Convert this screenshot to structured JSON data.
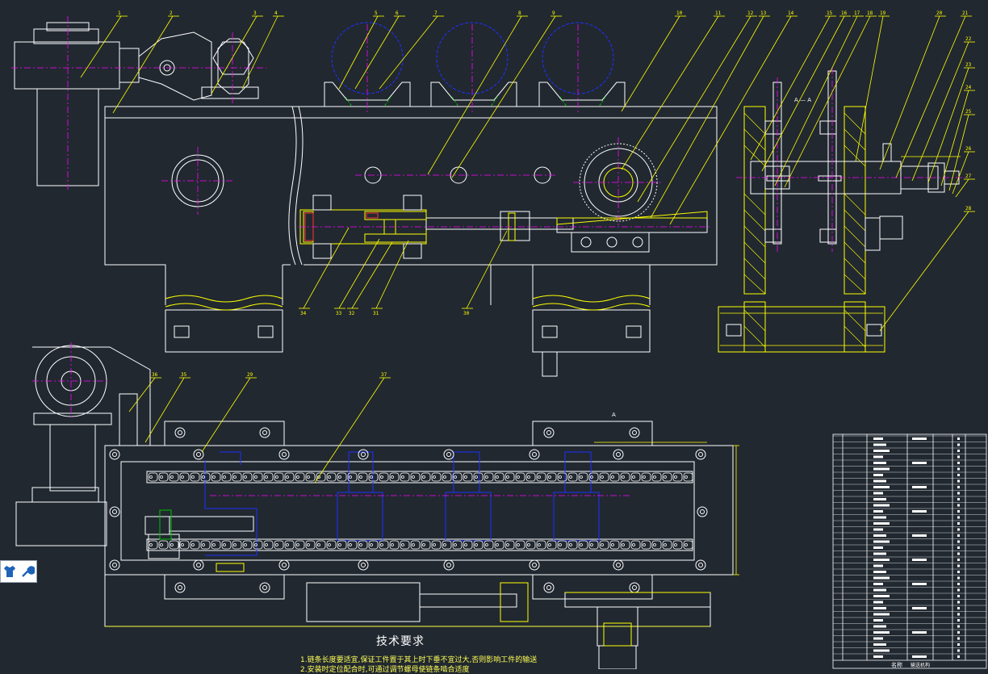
{
  "palette": {
    "background": "#212830",
    "outline": "#ffffff",
    "leader": "#ffff00",
    "centerline": "#ff00ff",
    "hidden": "#0000ff",
    "green": "#00c000",
    "cyan": "#00ffff",
    "red": "#ff3333"
  },
  "tools": {
    "shirt_icon": "tshirt-icon",
    "wrench_icon": "wrench-icon"
  },
  "views": {
    "upper_section": "A — A",
    "lower_section": "A"
  },
  "part_numbers_top": [
    "1",
    "2",
    "3",
    "4",
    "5",
    "6",
    "7",
    "8",
    "9",
    "10",
    "11",
    "12",
    "13",
    "14",
    "15",
    "16",
    "17",
    "18",
    "19",
    "20",
    "21",
    "22",
    "23",
    "24",
    "25",
    "26",
    "27",
    "28"
  ],
  "part_numbers_mid": [
    "34",
    "33",
    "32",
    "31",
    "30"
  ],
  "part_numbers_low": [
    "36",
    "35",
    "29",
    "37"
  ],
  "tech_requirements": {
    "title": "技术要求",
    "lines": [
      "1.链条长度要适宜,保证工件置于其上时下垂不宜过大,否则影响工件的输送",
      "2.安装时定位配合时,可通过调节螺母使链条啮合适度"
    ]
  },
  "title_block": {
    "name_label": "名称",
    "drawing_name": "输送机构"
  }
}
